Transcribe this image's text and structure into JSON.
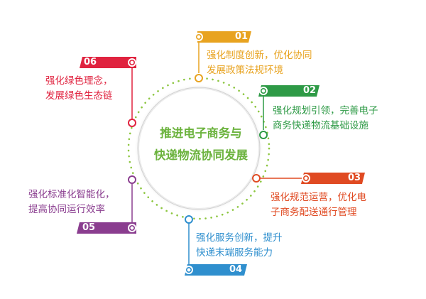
{
  "center": {
    "line1": "推进电子商务与",
    "line2": "快递物流协同发展"
  },
  "colors": {
    "center_text": "#6cb33e",
    "dotted_ring": "#8cc63f",
    "ring_shadow": "#cfcfcf"
  },
  "items": [
    {
      "num": "01",
      "line1": "强化制度创新，优化协同",
      "line2": "发展政策法规环境",
      "color": "#e8a320"
    },
    {
      "num": "02",
      "line1": "强化规划引领，完善电子",
      "line2": "商务快递物流基础设施",
      "color": "#2e9a46"
    },
    {
      "num": "03",
      "line1": "强化规范运营，优化电",
      "line2": "子商务配送通行管理",
      "color": "#e04a22"
    },
    {
      "num": "04",
      "line1": "强化服务创新，提升",
      "line2": "快递末端服务能力",
      "color": "#2f8fce"
    },
    {
      "num": "05",
      "line1": "强化标准化智能化，",
      "line2": "提高协同运行效率",
      "color": "#8a3d8f"
    },
    {
      "num": "06",
      "line1": "强化绿色理念，",
      "line2": "发展绿色生态链",
      "color": "#e0233f"
    }
  ]
}
